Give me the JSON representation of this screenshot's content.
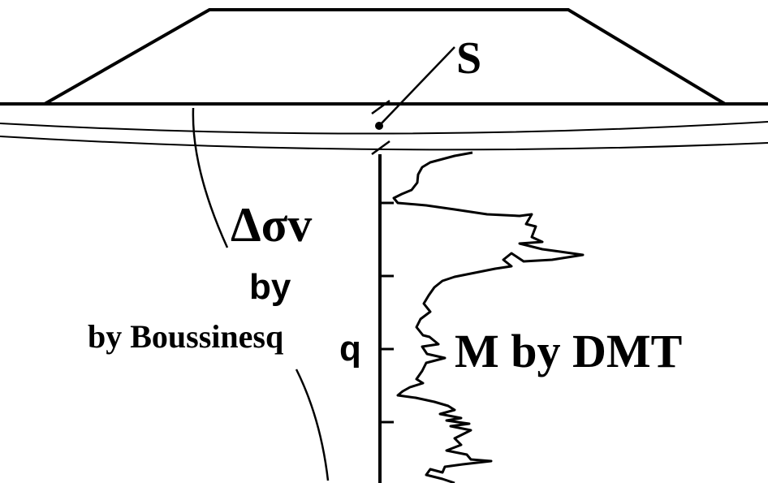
{
  "labels": {
    "settlement": "S",
    "delta_sigma": "Δσv",
    "by_small": "by",
    "boussinesq": "by Boussinesq",
    "q": "q",
    "modulus": "M by DMT"
  },
  "colors": {
    "ink": "#000000",
    "background": "#ffffff"
  }
}
